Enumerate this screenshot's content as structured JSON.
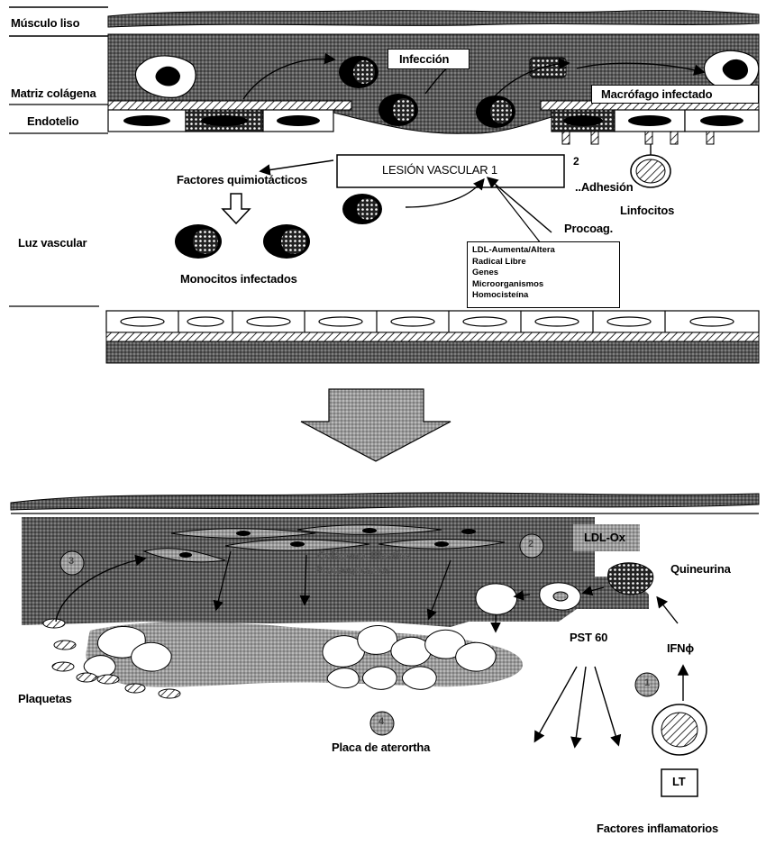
{
  "labels": {
    "musculo_liso": "Músculo liso",
    "matriz": "Matriz colágena",
    "endotelio": "Endotelio",
    "infeccion": "Infección",
    "macrofago": "Macrófago infectado",
    "lesion": "LESIÓN VASCULAR 1",
    "num2": "2",
    "adhesion": "..Adhesión",
    "factores_quim": "Factores quimiotácticos",
    "linfocitos": "Linfocitos",
    "procoag": "Procoag.",
    "luz": "Luz vascular",
    "monocitos": "Monocitos infectados",
    "ldlox": "LDL-Ox",
    "quineurina": "Quineurina",
    "colageno": "Colágeno, Elastina",
    "proteoglicanos": "Proteoglicanos",
    "pst60": "PST 60",
    "ifn": "IFNϕ",
    "plaquetas": "Plaquetas",
    "placa": "Placa de aterortha",
    "lt": "LT",
    "factores_inf": "Factores inflamatorios",
    "c1": "1",
    "c2": "2",
    "c3": "3",
    "c4": "4"
  },
  "causes": [
    "LDL-Aumenta/Altera",
    "Radical Libre",
    "Genes",
    "Microorganismos",
    "Homocisteína"
  ],
  "colors": {
    "ink": "#000000",
    "dark_fill": "#4a4a4a",
    "mid_fill": "#8c8c8c",
    "light_fill": "#c8c8c8"
  }
}
